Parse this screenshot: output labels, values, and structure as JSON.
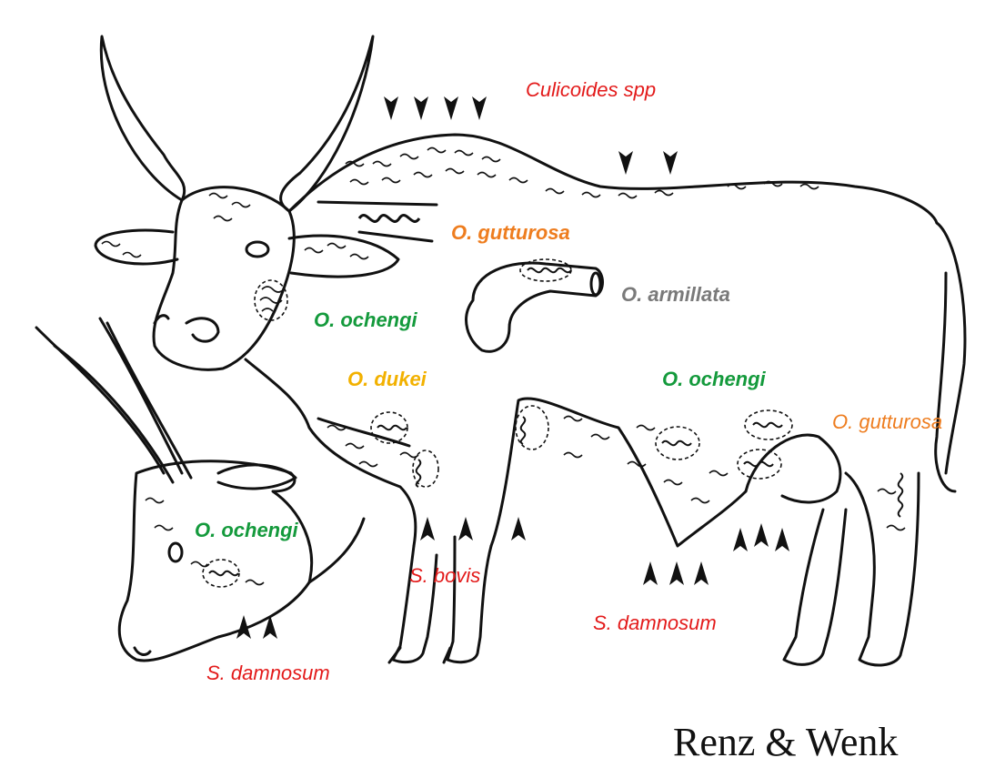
{
  "labels": {
    "culicoides": "Culicoides spp",
    "gutturosa_hump": "O. gutturosa",
    "armillata": "O. armillata",
    "ochengi_neck": "O. ochengi",
    "dukei": "O. dukei",
    "ochengi_belly": "O. ochengi",
    "gutturosa_leg": "O. gutturosa",
    "ochengi_head": "O. ochengi",
    "bovis": "S. bovis",
    "damnosum_belly": "S. damnosum",
    "damnosum_head": "S. damnosum"
  },
  "credit": "Renz & Wenk",
  "colors": {
    "vector_red": "#e31b1b",
    "species_orange": "#ee7d1f",
    "species_green": "#149a3c",
    "species_gray": "#7a7a7a",
    "species_yellow": "#f2b100",
    "line": "#111111"
  }
}
